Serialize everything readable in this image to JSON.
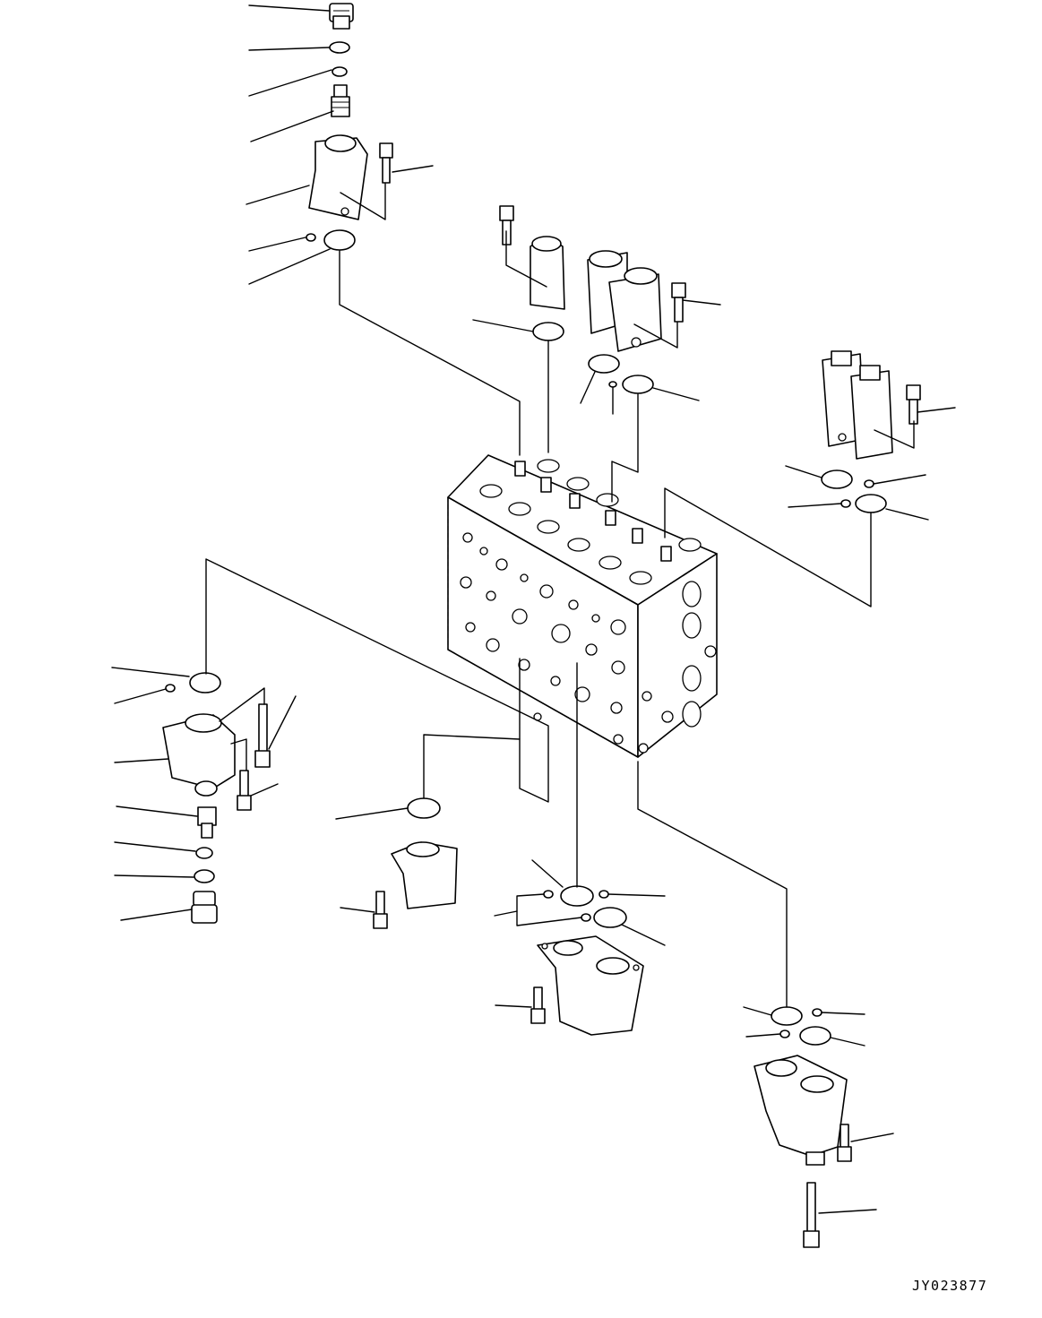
{
  "figure": {
    "id": "JY023877"
  },
  "parts": {
    "main_valve_block": "control-valve-block",
    "top_left_stack": [
      "plug",
      "o-ring",
      "washer",
      "spool-plug",
      "valve-housing",
      "bolt",
      "small-o-ring",
      "large-o-ring"
    ],
    "left_stack": [
      "large-o-ring",
      "small-o-ring",
      "valve-housing",
      "long-bolt",
      "short-bolt",
      "spool-plug",
      "washer",
      "o-ring",
      "plug"
    ],
    "bottom_center_stacks": [
      "o-ring",
      "cover",
      "bolt",
      "o-ring-set",
      "double-valve",
      "bolt"
    ],
    "right_stacks": [
      "double-valve",
      "bolt",
      "o-ring-set",
      "bottom-valve",
      "short-bolt",
      "long-bolt"
    ]
  }
}
